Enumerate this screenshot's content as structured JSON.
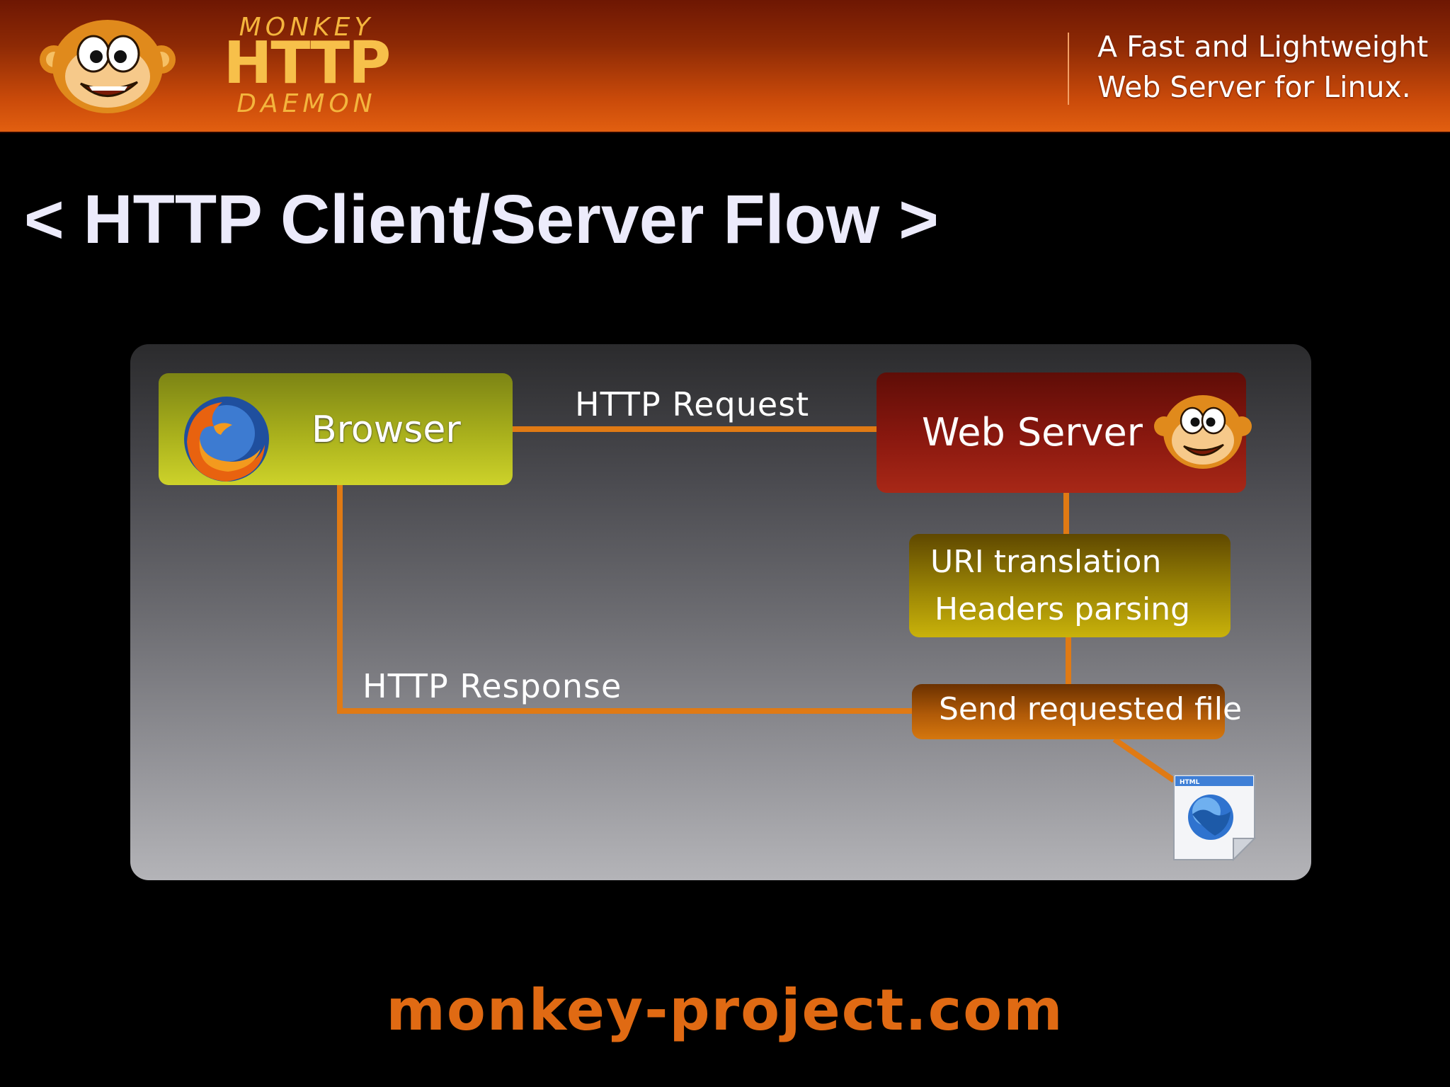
{
  "header": {
    "logo": {
      "word_top": "MONKEY",
      "word_mid": "HTTP",
      "word_bottom": "DAEMON"
    },
    "tagline": [
      "A Fast and Lightweight",
      "Web Server for Linux."
    ]
  },
  "title": "< HTTP Client/Server Flow >",
  "diagram": {
    "nodes": {
      "browser": "Browser",
      "web_server": "Web Server",
      "processing": [
        "URI translation",
        "Headers parsing"
      ],
      "send_file": "Send requested file"
    },
    "edges": {
      "request": "HTTP Request",
      "response": "HTTP Response"
    },
    "file_icon_label": "HTML",
    "colors": {
      "connector": "#e07a14",
      "browser": "#b3b91f",
      "web_server": "#8a180f",
      "processing": "#a8920a",
      "send_file": "#c0650b"
    }
  },
  "footer": {
    "url": "monkey-project.com"
  }
}
